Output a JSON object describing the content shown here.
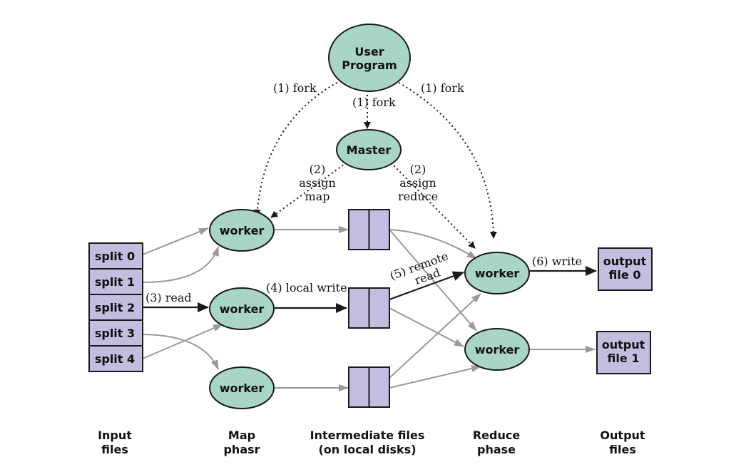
{
  "nodes": {
    "user_program": [
      "User",
      "Program"
    ],
    "master": "Master",
    "map_worker_1": "worker",
    "map_worker_2": "worker",
    "map_worker_3": "worker",
    "reduce_worker_1": "worker",
    "reduce_worker_2": "worker"
  },
  "splits": [
    "split 0",
    "split 1",
    "split 2",
    "split 3",
    "split 4"
  ],
  "outputs": [
    [
      "output",
      "file 0"
    ],
    [
      "output",
      "file 1"
    ]
  ],
  "edge_labels": {
    "fork_left": "(1) fork",
    "fork_center": "(1) fork",
    "fork_right": "(1) fork",
    "assign_map": [
      "(2)",
      "assign",
      "map"
    ],
    "assign_reduce": [
      "(2)",
      "assign",
      "reduce"
    ],
    "read": "(3) read",
    "local_write": "(4) local write",
    "remote_read": [
      "(5) remote",
      "read"
    ],
    "write": "(6) write"
  },
  "captions": {
    "input": [
      "Input",
      "files"
    ],
    "map": [
      "Map",
      "phasr"
    ],
    "intermediate": [
      "Intermediate files",
      "(on local disks)"
    ],
    "reduce": [
      "Reduce",
      "phase"
    ],
    "output": [
      "Output",
      "files"
    ]
  },
  "colors": {
    "node_fill": "#a8d5c5",
    "file_fill": "#c4bde0",
    "stroke": "#1a1a1a",
    "gray_arrow": "#999999"
  }
}
